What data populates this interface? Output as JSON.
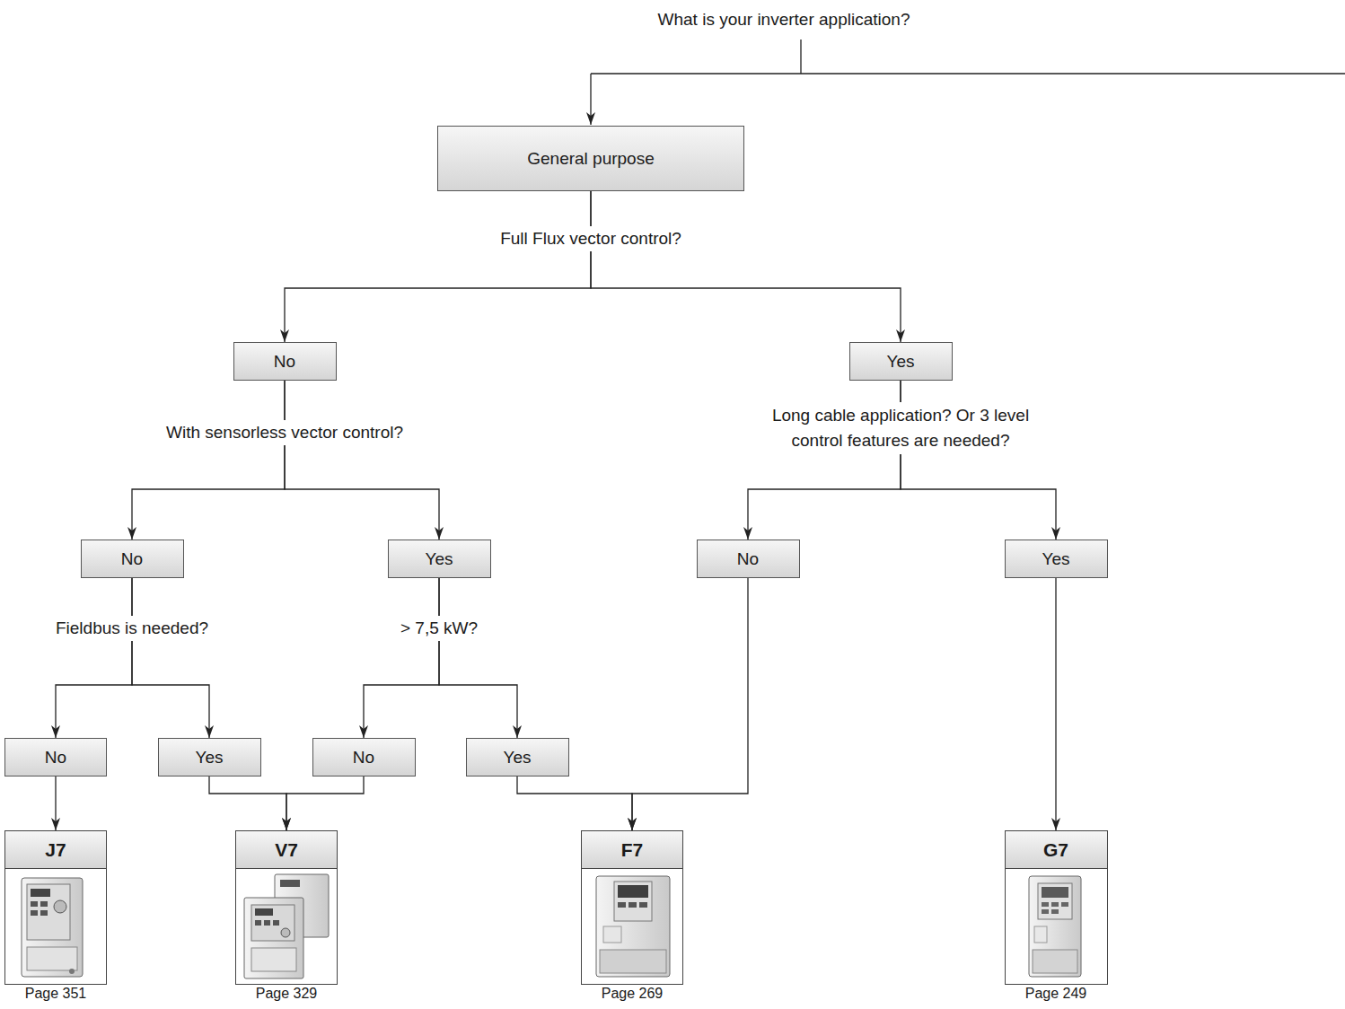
{
  "diagram": {
    "title": "What is your inverter application?",
    "nodes": [
      {
        "text": [
          "General purpose"
        ]
      },
      {
        "text": [
          "No"
        ]
      },
      {
        "text": [
          "Yes"
        ]
      },
      {
        "text": [
          "No"
        ]
      },
      {
        "text": [
          "Yes"
        ]
      },
      {
        "text": [
          "No"
        ]
      },
      {
        "text": [
          "Yes"
        ]
      },
      {
        "text": [
          "No"
        ]
      },
      {
        "text": [
          "Yes"
        ]
      },
      {
        "text": [
          "No"
        ]
      },
      {
        "text": [
          "Yes"
        ]
      },
      {
        "text": [
          "J7",
          "Page 351"
        ]
      },
      {
        "text": [
          "V7",
          "Page 329"
        ]
      },
      {
        "text": [
          "F7",
          "Page 269"
        ]
      },
      {
        "text": [
          "G7",
          "Page 249"
        ]
      }
    ],
    "edges": [
      {
        "from": 0,
        "to": 1,
        "arrow": "to",
        "label": "Full Flux vector control?"
      },
      {
        "from": 0,
        "to": 2,
        "arrow": "to"
      },
      {
        "from": 1,
        "to": 3,
        "arrow": "to",
        "label": "With sensorless vector control?"
      },
      {
        "from": 1,
        "to": 4,
        "arrow": "to"
      },
      {
        "from": 2,
        "to": 5,
        "arrow": "to",
        "label": "Long cable application? Or 3 level control features are needed?"
      },
      {
        "from": 2,
        "to": 6,
        "arrow": "to"
      },
      {
        "from": 3,
        "to": 7,
        "arrow": "to",
        "label": "Fieldbus is needed?"
      },
      {
        "from": 3,
        "to": 8,
        "arrow": "to"
      },
      {
        "from": 4,
        "to": 9,
        "arrow": "to",
        "label": "> 7,5 kW?"
      },
      {
        "from": 4,
        "to": 10,
        "arrow": "to"
      },
      {
        "from": 7,
        "to": 11,
        "arrow": "to"
      },
      {
        "from": 8,
        "to": 12,
        "arrow": "to"
      },
      {
        "from": 9,
        "to": 12,
        "arrow": "to"
      },
      {
        "from": 10,
        "to": 13,
        "arrow": "to"
      },
      {
        "from": 5,
        "to": 13,
        "arrow": "to"
      },
      {
        "from": 6,
        "to": 14,
        "arrow": "to"
      }
    ]
  }
}
